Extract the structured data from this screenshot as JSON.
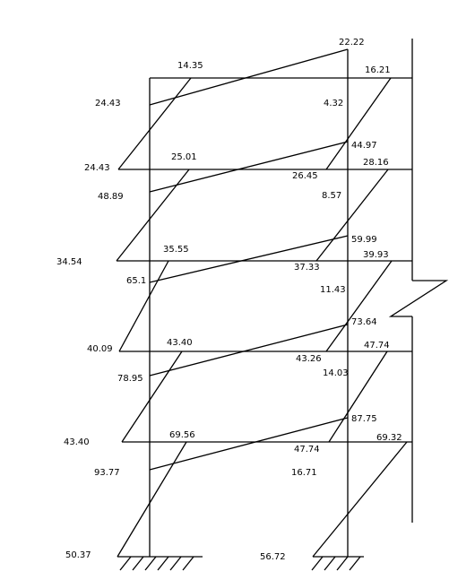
{
  "labels": {
    "top_right_moment": "22.22",
    "top_left_beam_end": "24.43",
    "top_mid_left": "14.35",
    "top_right_col": "16.21",
    "top_right_beam_end": "4.32",
    "s4_left_outer": "24.43",
    "s4_left_inner": "48.89",
    "s4_left_top": "25.01",
    "s4_right_top": "44.97",
    "s4_right_col_top": "28.16",
    "s4_right_mid": "26.45",
    "s4_right_beam": "8.57",
    "s3_left_outer": "34.54",
    "s3_left_top": "35.55",
    "s3_left_inner": "65.1",
    "s3_right_top": "59.99",
    "s3_right_col_top": "39.93",
    "s3_right_mid": "37.33",
    "s3_right_beam": "11.43",
    "s2_right_top": "73.64",
    "s2_left_outer": "40.09",
    "s2_left_top": "43.40",
    "s2_right_col_top": "47.74",
    "s2_right_mid": "43.26",
    "s2_left_inner": "78.95",
    "s2_right_beam": "14.03",
    "s1_right_top": "87.75",
    "s1_left_outer": "43.40",
    "s1_left_top": "69.56",
    "s1_right_col_top": "69.32",
    "s1_right_mid": "47.74",
    "s1_left_inner": "93.77",
    "s1_right_beam": "16.71",
    "base_left": "50.37",
    "base_right": "56.72"
  }
}
